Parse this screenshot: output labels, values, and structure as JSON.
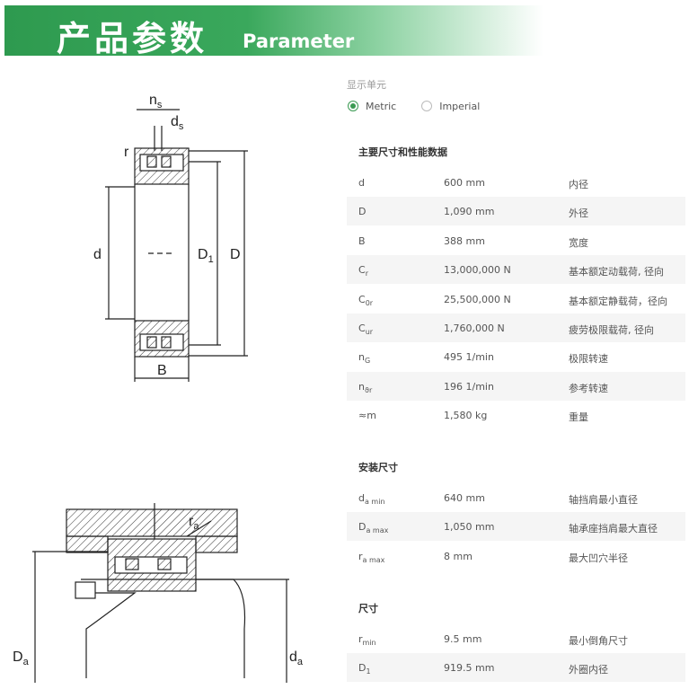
{
  "header": {
    "title_cn": "产品参数",
    "title_en": "Parameter"
  },
  "units": {
    "label": "显示单元",
    "options": [
      {
        "label": "Metric",
        "selected": true
      },
      {
        "label": "Imperial",
        "selected": false
      }
    ]
  },
  "sections": [
    {
      "title": "主要尺寸和性能数据",
      "rows": [
        {
          "sym": "d",
          "sub": "",
          "value": "600 mm",
          "desc": "内径"
        },
        {
          "sym": "D",
          "sub": "",
          "value": "1,090 mm",
          "desc": "外径"
        },
        {
          "sym": "B",
          "sub": "",
          "value": "388 mm",
          "desc": "宽度"
        },
        {
          "sym": "C",
          "sub": "r",
          "value": "13,000,000 N",
          "desc": "基本额定动载荷, 径向"
        },
        {
          "sym": "C",
          "sub": "0r",
          "value": "25,500,000 N",
          "desc": "基本额定静载荷，径向"
        },
        {
          "sym": "C",
          "sub": "ur",
          "value": "1,760,000 N",
          "desc": "疲劳极限载荷, 径向"
        },
        {
          "sym": "n",
          "sub": "G",
          "value": "495 1/min",
          "desc": "极限转速"
        },
        {
          "sym": "n",
          "sub": "ϑr",
          "value": "196 1/min",
          "desc": "参考转速"
        },
        {
          "sym": "≈m",
          "sub": "",
          "value": "1,580 kg",
          "desc": "重量"
        }
      ]
    },
    {
      "title": "安装尺寸",
      "rows": [
        {
          "sym": "d",
          "sub": "a min",
          "value": "640 mm",
          "desc": "轴挡肩最小直径"
        },
        {
          "sym": "D",
          "sub": "a max",
          "value": "1,050 mm",
          "desc": "轴承座挡肩最大直径"
        },
        {
          "sym": "r",
          "sub": "a max",
          "value": "8 mm",
          "desc": "最大凹穴半径"
        }
      ]
    },
    {
      "title": "尺寸",
      "rows": [
        {
          "sym": "r",
          "sub": "min",
          "value": "9.5 mm",
          "desc": "最小倒角尺寸"
        },
        {
          "sym": "D",
          "sub": "1",
          "value": "919.5 mm",
          "desc": "外圈内径"
        }
      ]
    }
  ],
  "diagram_labels": {
    "ns": "n",
    "ns_sub": "s",
    "ds": "d",
    "ds_sub": "s",
    "r": "r",
    "d": "d",
    "D1": "D",
    "D1_sub": "1",
    "D": "D",
    "B": "B",
    "ra": "r",
    "ra_sub": "a",
    "Da": "D",
    "Da_sub": "a",
    "da": "d",
    "da_sub": "a"
  }
}
